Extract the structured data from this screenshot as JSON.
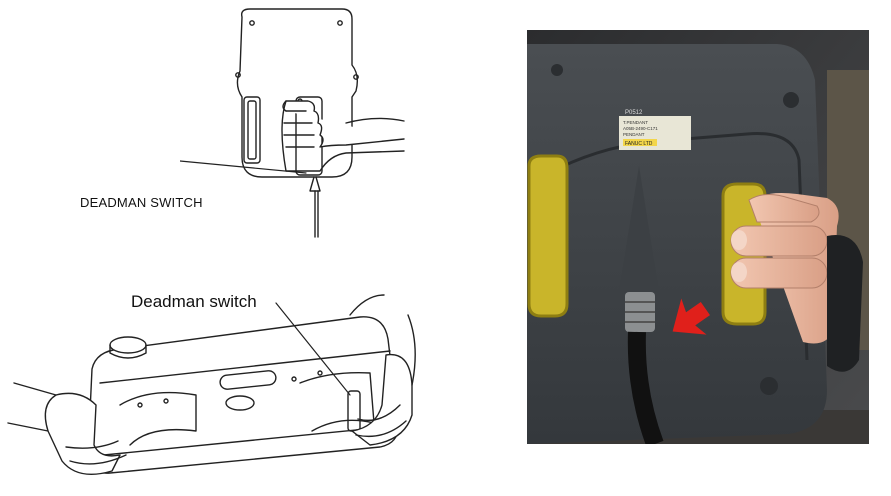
{
  "labels": {
    "top_callout": "DEADMAN SWITCH",
    "bottom_callout": "Deadman switch"
  },
  "photo_sticker": {
    "model": "P0512",
    "lines": [
      "T.PENDANT",
      "A05B-2490-C171",
      "PENDANT"
    ],
    "maker": "FANUC LTD"
  },
  "colors": {
    "pendant_body": "#3f4347",
    "switch_yellow": "#c9b52a",
    "arrow_red": "#e0201b",
    "line_art": "#222222"
  }
}
